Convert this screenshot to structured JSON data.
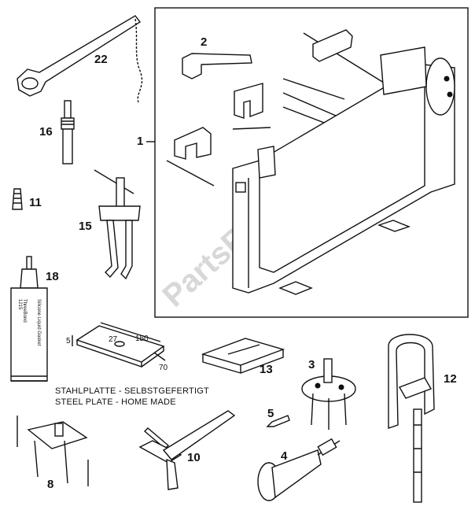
{
  "parts": [
    {
      "id": "p1",
      "label": "1"
    },
    {
      "id": "p2",
      "label": "2"
    },
    {
      "id": "p3",
      "label": "3"
    },
    {
      "id": "p4",
      "label": "4"
    },
    {
      "id": "p5",
      "label": "5"
    },
    {
      "id": "p8",
      "label": "8"
    },
    {
      "id": "p10",
      "label": "10"
    },
    {
      "id": "p11",
      "label": "11"
    },
    {
      "id": "p12",
      "label": "12"
    },
    {
      "id": "p13",
      "label": "13"
    },
    {
      "id": "p15",
      "label": "15"
    },
    {
      "id": "p16",
      "label": "16"
    },
    {
      "id": "p18",
      "label": "18"
    },
    {
      "id": "p22",
      "label": "22"
    }
  ],
  "steel_plate": {
    "dim_thickness": "5",
    "dim_hole": "27",
    "dim_length": "150",
    "dim_width": "70",
    "caption_de": "STAHLPLATTE - SELBSTGEFERTIGT",
    "caption_en": "STEEL PLATE - HOME MADE"
  },
  "tube_text": [
    "ThreeBond",
    "1215",
    "Silicone Liquid Gasket"
  ],
  "watermark": "PartsRepublik"
}
